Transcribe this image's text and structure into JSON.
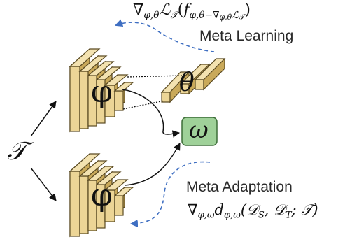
{
  "top_formula": {
    "nabla": "∇",
    "grad_sub": "φ,θ",
    "loss": "ℒ",
    "loss_sub": "𝒯",
    "paren_open": "(",
    "f": "f",
    "f_sub": "φ,θ−∇",
    "f_sub2": "φ,θ",
    "f_sub3": "ℒ",
    "f_sub4": "𝒯",
    "paren_close": ")"
  },
  "meta_learning_label": "Meta Learning",
  "meta_adaptation_label": "Meta Adaptation",
  "bottom_formula": {
    "nabla": "∇",
    "grad_sub": "φ,ω",
    "d": "d",
    "d_sub": "φ,ω",
    "args": "(𝒟",
    "s_sub": "S",
    "mid": ", 𝒟",
    "t_sub": "T",
    "end": "; 𝒯)"
  },
  "task_symbol": "𝒯",
  "phi_top": "φ",
  "phi_bottom": "φ",
  "theta": "θ",
  "omega": "ω",
  "colors": {
    "block_front": "#ecd596",
    "block_side": "#c9a95a",
    "block_edge": "#5a4a22",
    "omega_fill": "#9fd199",
    "omega_stroke": "#3d6e38",
    "dash_arrow": "#3f6fc2"
  }
}
